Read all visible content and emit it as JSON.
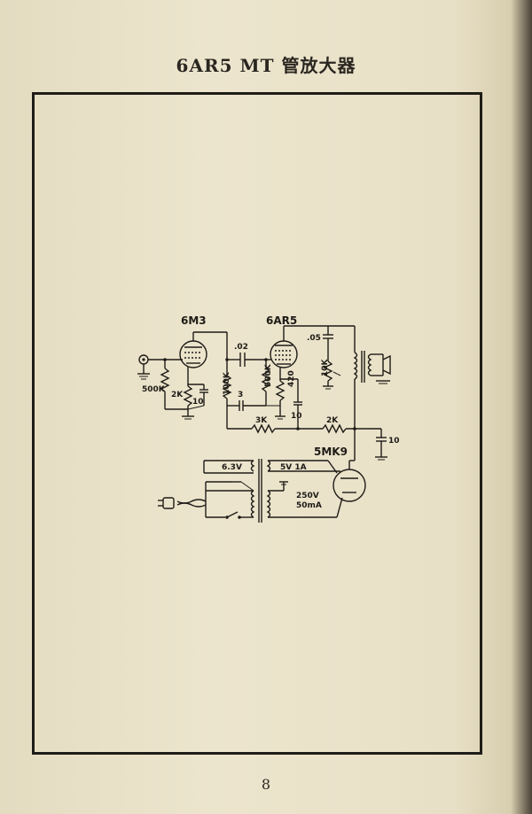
{
  "page": {
    "title": "6AR5 MT 管放大器",
    "page_number": "8"
  },
  "schematic": {
    "tubes": {
      "v1": "6M3",
      "v2": "6AR5",
      "rectifier": "5MK9"
    },
    "components": {
      "r_grid": "500K",
      "r_cathode_v1": "2K",
      "c_cathode_v1": "10",
      "c_coupling": ".02",
      "r_plate_v1": "100K",
      "c_feedback": "3",
      "r_grid_v2": "500K",
      "r_cathode_v2": "420",
      "c_cathode_v2": "10",
      "c_output": ".05",
      "r_output": "10K",
      "r_decouple": "3K",
      "r_filter": "2K",
      "c_filter": "10"
    },
    "power": {
      "heater": "6.3V",
      "rect_heater": "5V 1A",
      "hv_voltage": "250V",
      "hv_current": "50mA"
    }
  }
}
